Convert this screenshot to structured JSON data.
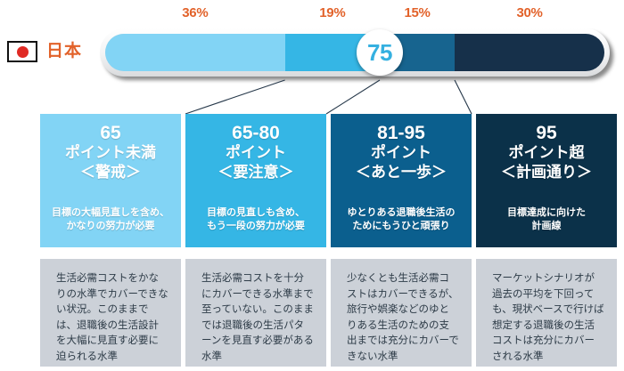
{
  "country": {
    "label": "日本",
    "flag_icon": "japan-flag-icon"
  },
  "gauge": {
    "value": "75",
    "segments": [
      {
        "pct_label": "36%",
        "pct": 36,
        "color": "#82d4f5"
      },
      {
        "pct_label": "19%",
        "pct": 19,
        "color": "#35b6e5"
      },
      {
        "pct_label": "15%",
        "pct": 15,
        "color": "#17648f"
      },
      {
        "pct_label": "30%",
        "pct": 30,
        "color": "#16304a"
      }
    ]
  },
  "cards": [
    {
      "num": "65",
      "line2": "ポイント未満",
      "line3": "＜警戒＞",
      "sub": "目標の大幅見直しを含め、\nかなりの努力が必要",
      "bg": "#82d4f5",
      "detail": "生活必需コストをかなりの水準でカバーできない状況。このままでは、退職後の生活設計を大幅に見直す必要に迫られる水準"
    },
    {
      "num": "65-80",
      "line2": "ポイント",
      "line3": "＜要注意＞",
      "sub": "目標の見直しも含め、\nもう一段の努力が必要",
      "bg": "#35b6e5",
      "detail": "生活必需コストを十分にカバーできる水準まで至っていない。このままでは退職後の生活パターンを見直す必要がある水準"
    },
    {
      "num": "81-95",
      "line2": "ポイント",
      "line3": "＜あと一歩＞",
      "sub": "ゆとりある退職後生活の\nためにもうひと頑張り",
      "bg": "#0b5f8e",
      "detail": "少なくとも生活必需コストはカバーできるが、旅行や娯楽などのゆとりある生活のための支出までは充分にカバーできない水準"
    },
    {
      "num": "95",
      "line2": "ポイント超",
      "line3": "＜計画通り＞",
      "sub": "目標達成に向けた\n計画線",
      "bg": "#0b3149",
      "detail": "マーケットシナリオが過去の平均を下回っても、現状ベースで行けば想定する退職後の生活コストは充分にカバーされる水準"
    }
  ],
  "colors": {
    "accent_orange": "#e2622a",
    "panel_gray": "#ccd1d8",
    "bubble_text": "#35b0e0"
  }
}
